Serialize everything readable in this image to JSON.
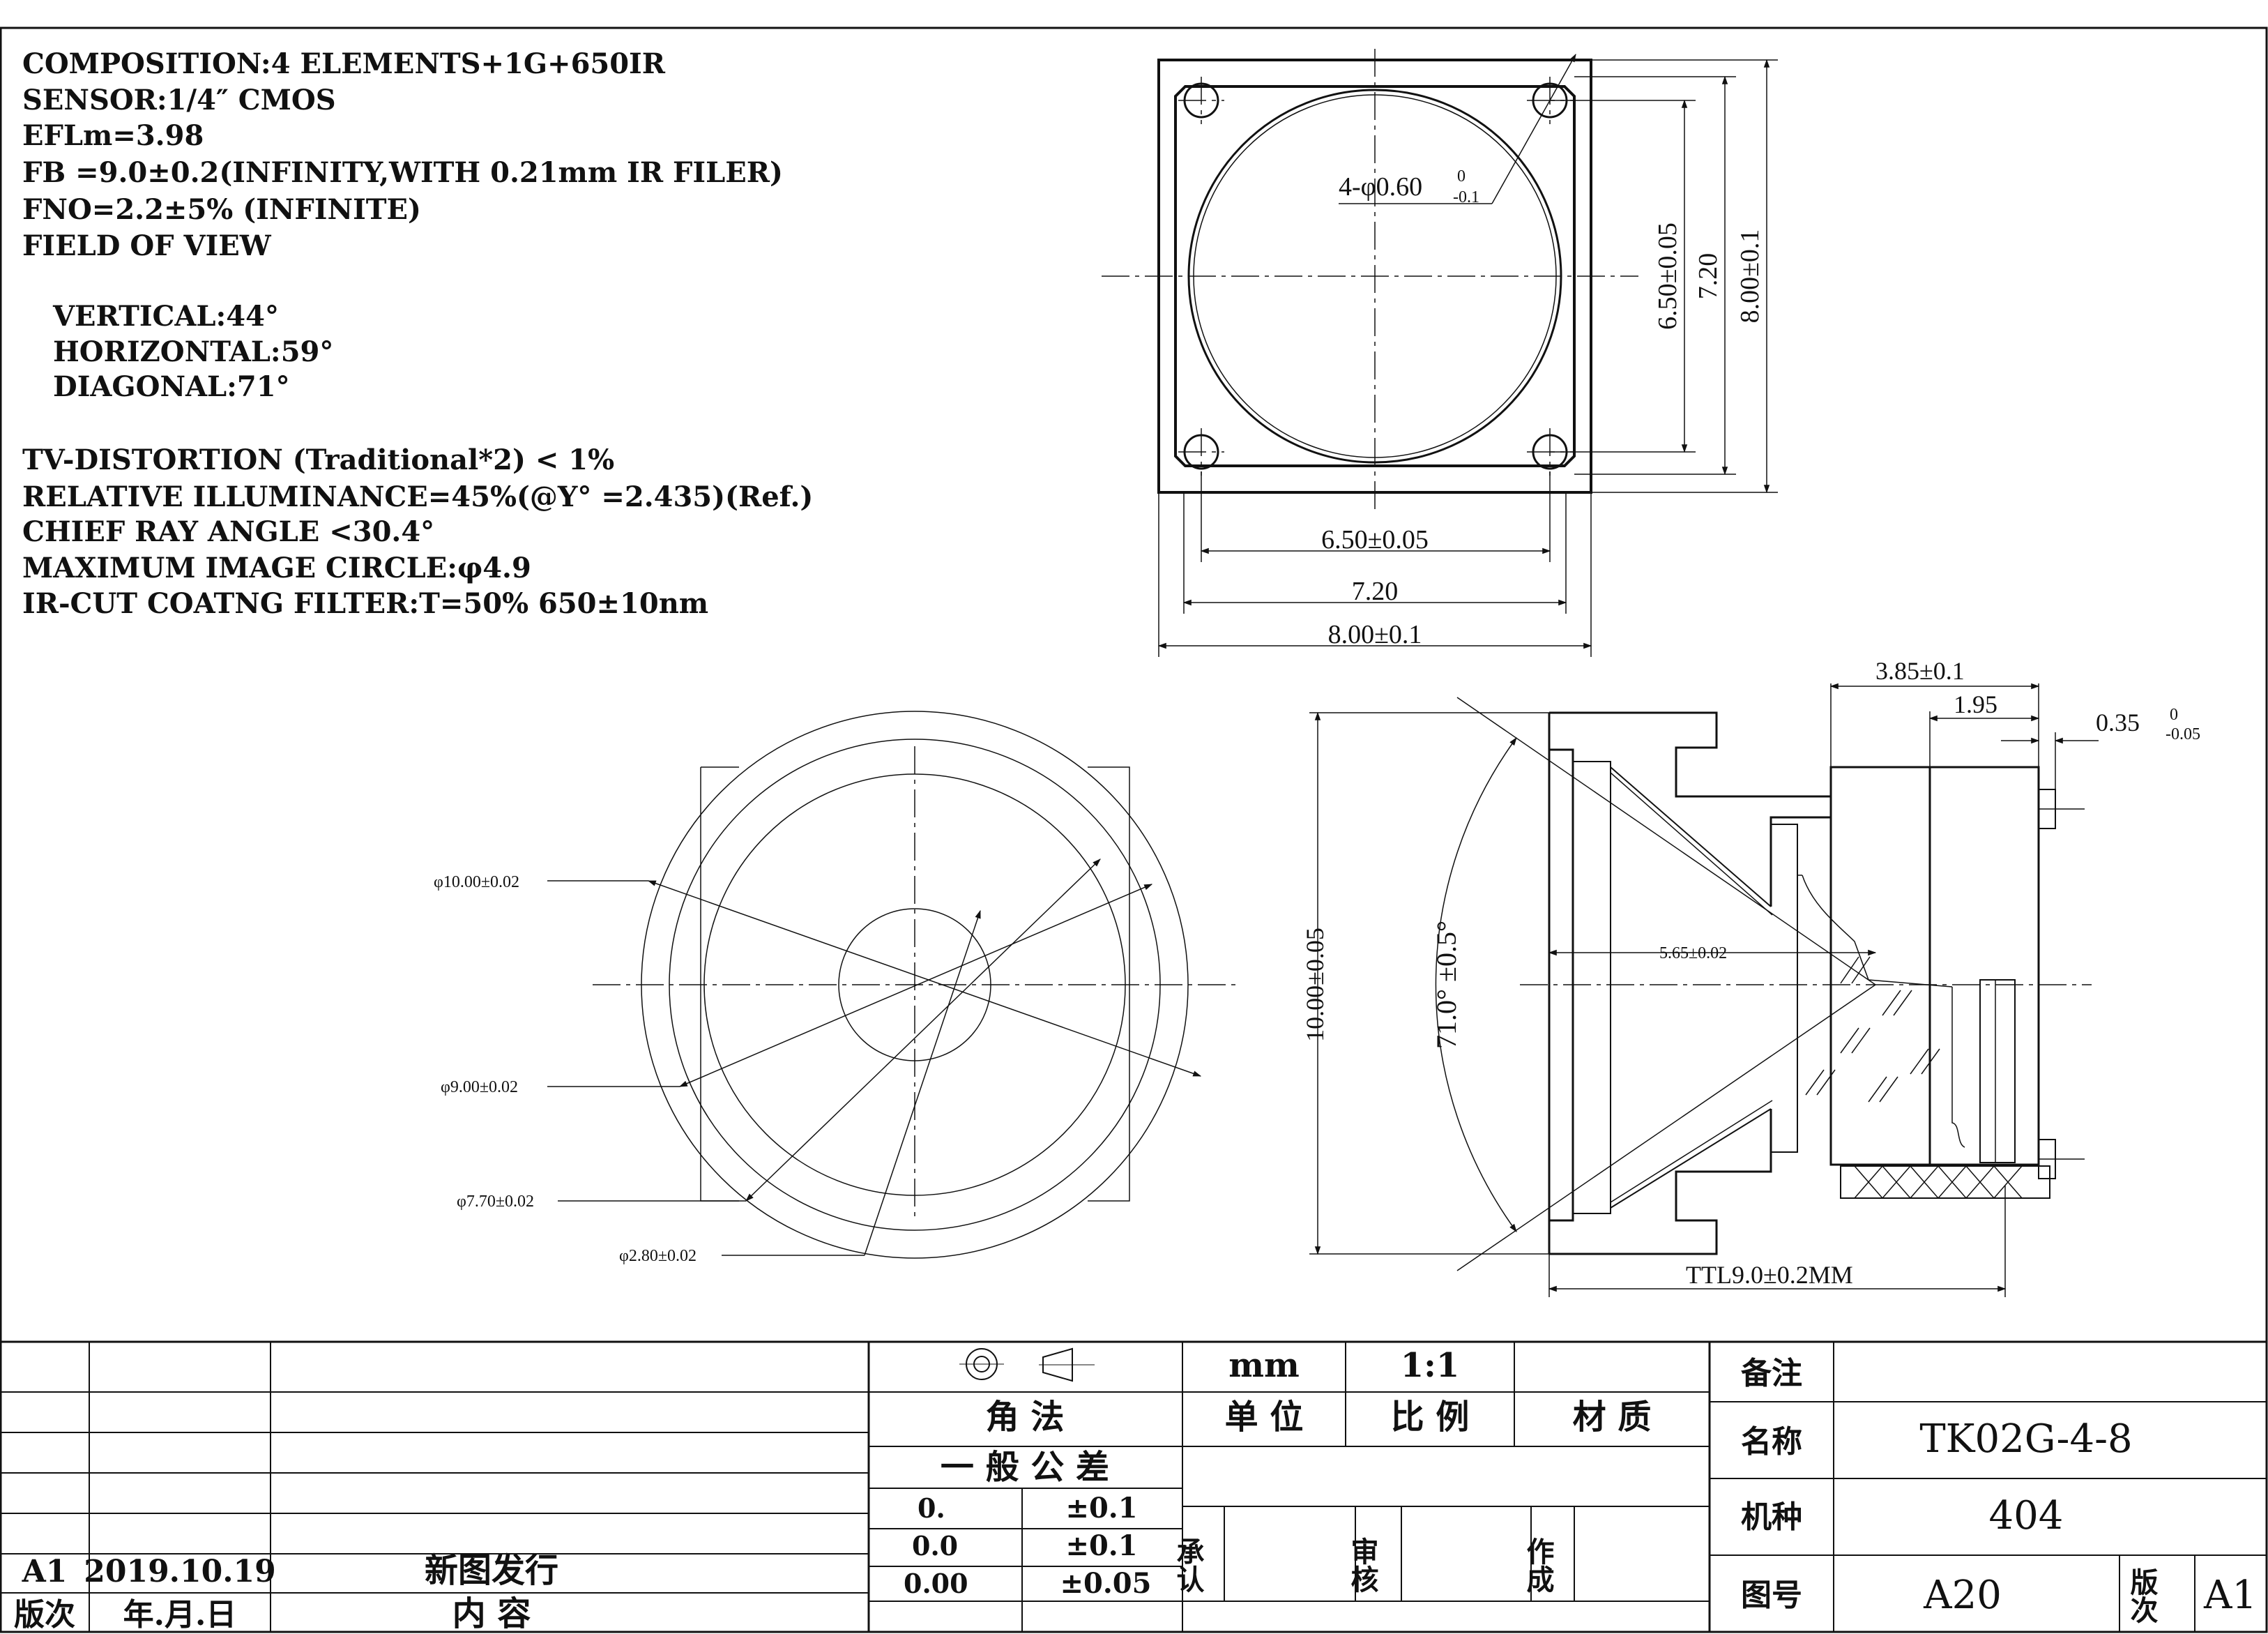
{
  "specs": {
    "composition": "COMPOSITION:4 ELEMENTS+1G+650IR",
    "sensor": "SENSOR:1/4″ CMOS",
    "efl": "EFLm=3.98",
    "fb": "FB =9.0±0.2(INFINITY,WITH 0.21mm IR FILER)",
    "fno": "FNO=2.2±5% (INFINITE)",
    "fov": "FIELD OF VIEW",
    "vertical": "VERTICAL:44°",
    "horizontal": "HORIZONTAL:59°",
    "diagonal": "DIAGONAL:71°",
    "tv_distortion": "TV-DISTORTION (Traditional*2) < 1%",
    "relative_illuminance": "RELATIVE ILLUMINANCE=45%(@Y° =2.435)(Ref.)",
    "chief_ray_angle": "CHIEF RAY ANGLE <30.4°",
    "max_image_circle": "MAXIMUM IMAGE CIRCLE:φ4.9",
    "ir_cut": "IR-CUT COATNG FILTER:T=50% 650±10nm"
  },
  "top_view": {
    "hole_callout": "4-φ0.60",
    "hole_tol_upper": "0",
    "hole_tol_lower": "-0.1",
    "dim_inner_h": "6.50±0.05",
    "dim_mid_h": "7.20",
    "dim_outer_h": "8.00±0.1",
    "dim_inner_v": "6.50±0.05",
    "dim_mid_v": "7.20",
    "dim_outer_v": "8.00±0.1"
  },
  "front_view": {
    "d1": "φ10.00±0.02",
    "d2": "φ9.00±0.02",
    "d3": "φ7.70±0.02",
    "d4": "φ2.80±0.02"
  },
  "side_view": {
    "dim_385": "3.85±0.1",
    "dim_195": "1.95",
    "dim_035": "0.35",
    "dim_035_tol_upper": "0",
    "dim_035_tol_lower": "-0.05",
    "dim_height": "10.00±0.05",
    "fov_angle": "71.0°  ±0.5°",
    "dim_565": "5.65±0.02",
    "ttl": "TTL9.0±0.2MM"
  },
  "title_block": {
    "rev_code": "A1",
    "rev_date": "2019.10.19",
    "rev_content": "新图发行",
    "hdr_rev": "版次",
    "hdr_date": "年.月.日",
    "hdr_content": "内    容",
    "unit_value": "mm",
    "scale_value": "1:1",
    "angle_method": "角    法",
    "unit_label": "单  位",
    "scale_label": "比  例",
    "material_label": "材    质",
    "general_tolerance": "一  般  公  差",
    "tol_rows": [
      {
        "precision": "0.",
        "tolerance": "±0.1"
      },
      {
        "precision": "0.0",
        "tolerance": "±0.1"
      },
      {
        "precision": "0.00",
        "tolerance": "±0.05"
      }
    ],
    "approve": "承认",
    "review": "审核",
    "author": "作成",
    "remark_label": "备注",
    "name_label": "名称",
    "name_value": "TK02G-4-8",
    "model_label": "机种",
    "model_value": "404",
    "drawing_no_label": "图号",
    "drawing_no_value": "A20",
    "version_label": "版次",
    "version_value": "A1"
  }
}
